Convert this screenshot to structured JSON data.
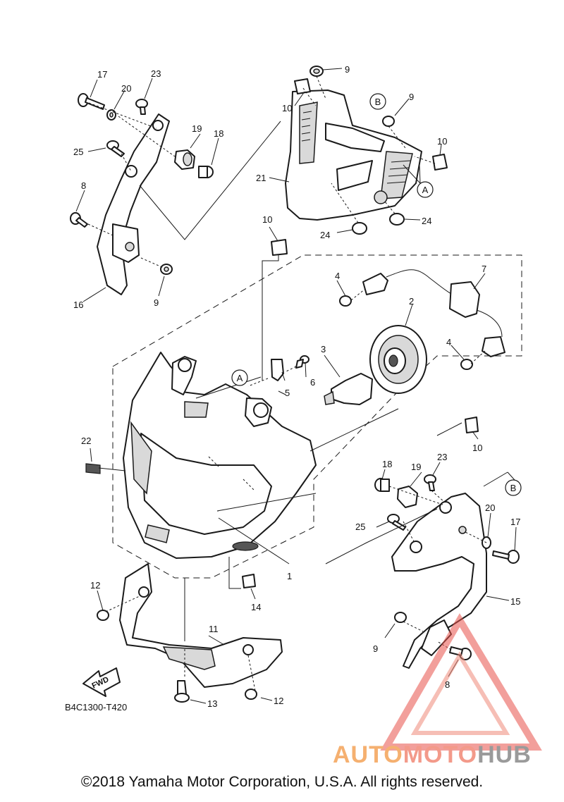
{
  "diagram": {
    "code": "B4C1300-T420",
    "fwd_label": "FWD",
    "ref_a": "A",
    "ref_b": "B",
    "callouts": [
      {
        "id": "c1",
        "label": "1"
      },
      {
        "id": "c2",
        "label": "2"
      },
      {
        "id": "c3",
        "label": "3"
      },
      {
        "id": "c4a",
        "label": "4"
      },
      {
        "id": "c4b",
        "label": "4"
      },
      {
        "id": "c5",
        "label": "5"
      },
      {
        "id": "c6",
        "label": "6"
      },
      {
        "id": "c7",
        "label": "7"
      },
      {
        "id": "c8a",
        "label": "8"
      },
      {
        "id": "c8b",
        "label": "8"
      },
      {
        "id": "c9a",
        "label": "9"
      },
      {
        "id": "c9b",
        "label": "9"
      },
      {
        "id": "c9c",
        "label": "9"
      },
      {
        "id": "c9d",
        "label": "9"
      },
      {
        "id": "c10a",
        "label": "10"
      },
      {
        "id": "c10b",
        "label": "10"
      },
      {
        "id": "c10c",
        "label": "10"
      },
      {
        "id": "c10d",
        "label": "10"
      },
      {
        "id": "c11",
        "label": "11"
      },
      {
        "id": "c12a",
        "label": "12"
      },
      {
        "id": "c12b",
        "label": "12"
      },
      {
        "id": "c13",
        "label": "13"
      },
      {
        "id": "c14",
        "label": "14"
      },
      {
        "id": "c15",
        "label": "15"
      },
      {
        "id": "c16",
        "label": "16"
      },
      {
        "id": "c17a",
        "label": "17"
      },
      {
        "id": "c17b",
        "label": "17"
      },
      {
        "id": "c18a",
        "label": "18"
      },
      {
        "id": "c18b",
        "label": "18"
      },
      {
        "id": "c19a",
        "label": "19"
      },
      {
        "id": "c19b",
        "label": "19"
      },
      {
        "id": "c20a",
        "label": "20"
      },
      {
        "id": "c20b",
        "label": "20"
      },
      {
        "id": "c21",
        "label": "21"
      },
      {
        "id": "c22",
        "label": "22"
      },
      {
        "id": "c23a",
        "label": "23"
      },
      {
        "id": "c23b",
        "label": "23"
      },
      {
        "id": "c24a",
        "label": "24"
      },
      {
        "id": "c24b",
        "label": "24"
      },
      {
        "id": "c25a",
        "label": "25"
      },
      {
        "id": "c25b",
        "label": "25"
      }
    ]
  },
  "watermark": {
    "part1": "AUTO",
    "part2": "MOTO",
    "part3": "HUB"
  },
  "copyright": "©2018 Yamaha Motor Corporation, U.S.A. All rights reserved."
}
